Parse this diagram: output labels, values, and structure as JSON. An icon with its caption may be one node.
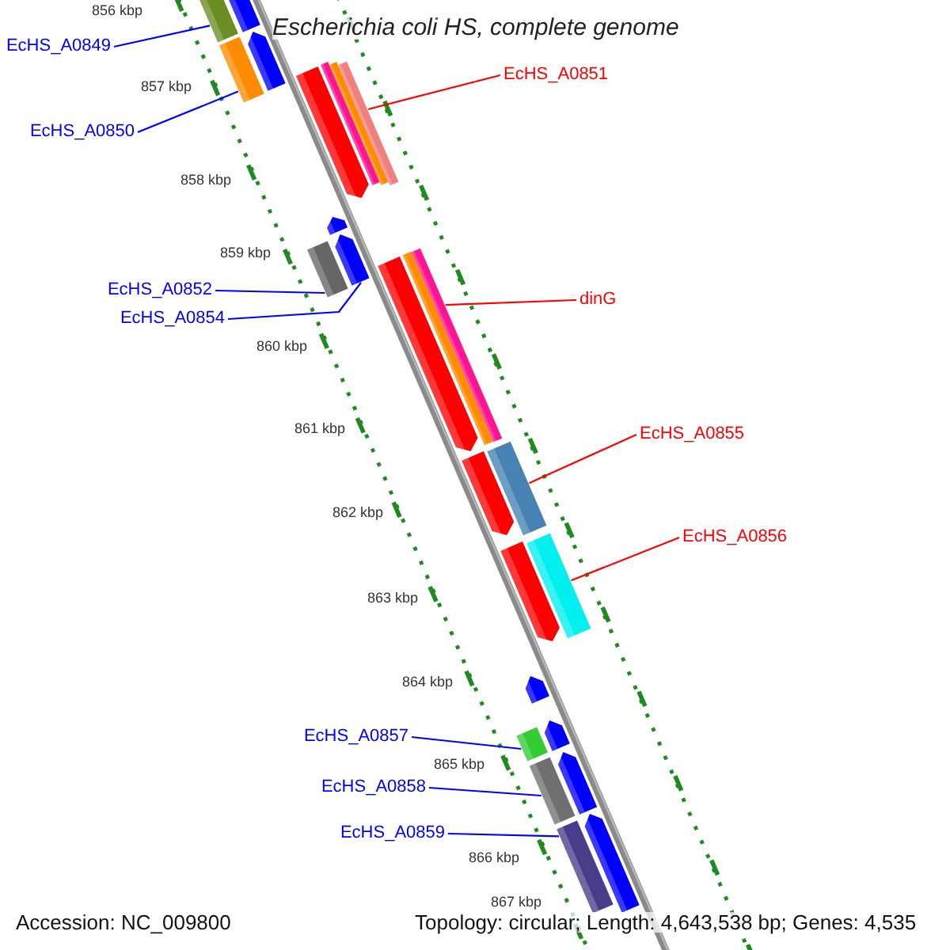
{
  "diagram": {
    "title": "Escherichia coli HS, complete genome",
    "nodes": [
      {
        "text": [
          "EcHS_A0849"
        ]
      },
      {
        "text": [
          "EcHS_A0850"
        ]
      },
      {
        "text": [
          "EcHS_A0851"
        ]
      },
      {
        "text": [
          "EcHS_A0852"
        ]
      },
      {
        "text": [
          "EcHS_A0854"
        ]
      },
      {
        "text": [
          "dinG"
        ]
      },
      {
        "text": [
          "EcHS_A0855"
        ]
      },
      {
        "text": [
          "EcHS_A0856"
        ]
      },
      {
        "text": [
          "EcHS_A0857"
        ]
      },
      {
        "text": [
          "EcHS_A0858"
        ]
      },
      {
        "text": [
          "EcHS_A0859"
        ]
      },
      {
        "text": [],
        "shape": "bar"
      },
      {
        "text": [],
        "shape": "bar"
      },
      {
        "text": [],
        "shape": "bar"
      },
      {
        "text": [],
        "shape": "bar"
      },
      {
        "text": [],
        "shape": "bar"
      },
      {
        "text": [],
        "shape": "bar"
      },
      {
        "text": [],
        "shape": "bar"
      },
      {
        "text": [],
        "shape": "bar"
      },
      {
        "text": [],
        "shape": "bar"
      },
      {
        "text": [],
        "shape": "bar"
      },
      {
        "text": [],
        "shape": "bar"
      }
    ],
    "edges": [
      {
        "from": 0,
        "to": 11,
        "arrow": "none"
      },
      {
        "from": 1,
        "to": 12,
        "arrow": "none"
      },
      {
        "from": 2,
        "to": 13,
        "arrow": "none",
        "color": "#ff0000"
      },
      {
        "from": 3,
        "to": 15,
        "arrow": "none"
      },
      {
        "from": 4,
        "to": 14,
        "arrow": "none"
      },
      {
        "from": 5,
        "to": 16,
        "arrow": "none",
        "color": "#ff0000"
      },
      {
        "from": 6,
        "to": 17,
        "arrow": "none",
        "color": "#ff0000"
      },
      {
        "from": 7,
        "to": 18,
        "arrow": "none",
        "color": "#ff0000"
      },
      {
        "from": 8,
        "to": 19,
        "arrow": "none"
      },
      {
        "from": 9,
        "to": 20,
        "arrow": "none"
      },
      {
        "from": 10,
        "to": 21,
        "arrow": "none"
      }
    ],
    "labels": [
      "856 kbp",
      "857 kbp",
      "858 kbp",
      "859 kbp",
      "860 kbp",
      "861 kbp",
      "862 kbp",
      "863 kbp",
      "864 kbp",
      "865 kbp",
      "866 kbp",
      "867 kbp",
      "Accession: NC_009800",
      "Topology: circular; Length: 4,643,538 bp; Genes: 4,535"
    ]
  }
}
